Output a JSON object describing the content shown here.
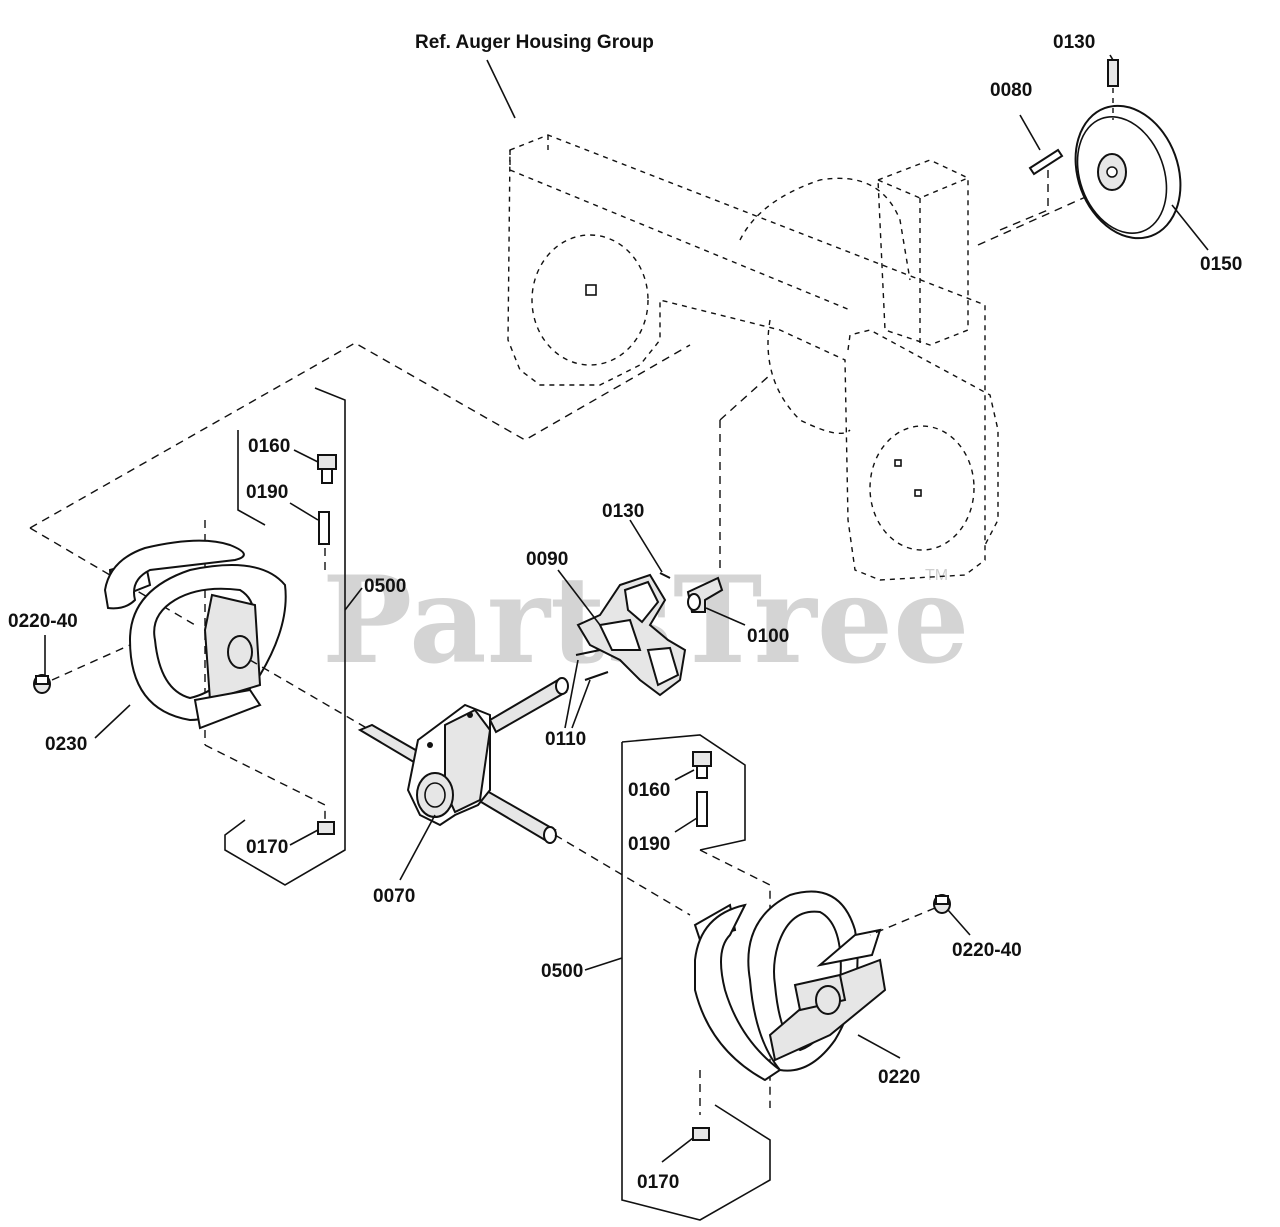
{
  "reference_label": "Ref. Auger Housing Group",
  "watermark": {
    "text": "PartsTree",
    "trademark": "TM"
  },
  "callouts": [
    {
      "id": "c-0130-top",
      "text": "0130"
    },
    {
      "id": "c-0080",
      "text": "0080"
    },
    {
      "id": "c-0150",
      "text": "0150"
    },
    {
      "id": "c-0160-left",
      "text": "0160"
    },
    {
      "id": "c-0190-left",
      "text": "0190"
    },
    {
      "id": "c-0500-left",
      "text": "0500"
    },
    {
      "id": "c-0220-40-left",
      "text": "0220-40"
    },
    {
      "id": "c-0230",
      "text": "0230"
    },
    {
      "id": "c-0170-left",
      "text": "0170"
    },
    {
      "id": "c-0070",
      "text": "0070"
    },
    {
      "id": "c-0090",
      "text": "0090"
    },
    {
      "id": "c-0130-mid",
      "text": "0130"
    },
    {
      "id": "c-0100",
      "text": "0100"
    },
    {
      "id": "c-0110",
      "text": "0110"
    },
    {
      "id": "c-0160-right",
      "text": "0160"
    },
    {
      "id": "c-0190-right",
      "text": "0190"
    },
    {
      "id": "c-0500-right",
      "text": "0500"
    },
    {
      "id": "c-0220-40-right",
      "text": "0220-40"
    },
    {
      "id": "c-0220",
      "text": "0220"
    },
    {
      "id": "c-0170-right",
      "text": "0170"
    }
  ]
}
